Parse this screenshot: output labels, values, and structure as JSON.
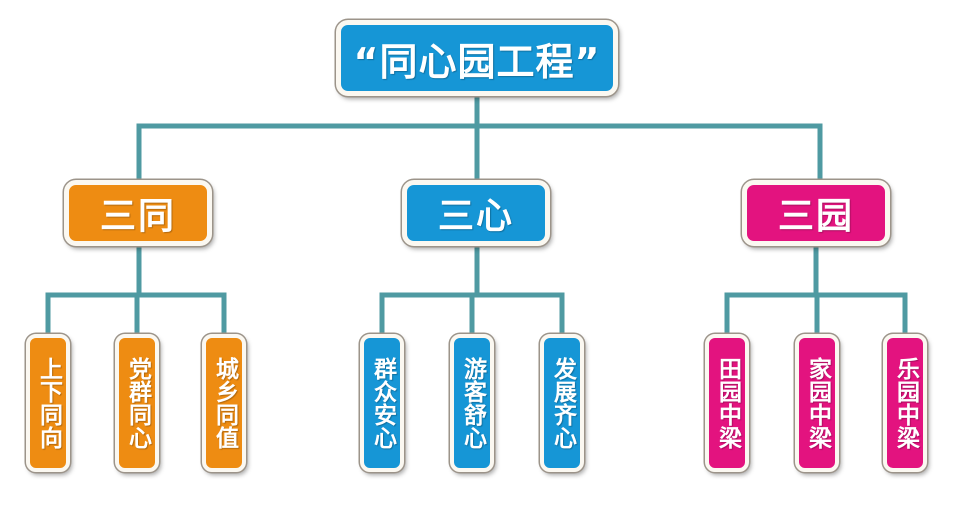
{
  "root": {
    "label": "“同心园工程”",
    "color": "#1696d6"
  },
  "connector_color": "#4f9aa2",
  "branches": [
    {
      "label": "三同",
      "color": "#ee8c12",
      "children": [
        "上下同向",
        "党群同心",
        "城乡同值"
      ]
    },
    {
      "label": "三心",
      "color": "#1696d6",
      "children": [
        "群众安心",
        "游客舒心",
        "发展齐心"
      ]
    },
    {
      "label": "三园",
      "color": "#e3137f",
      "children": [
        "田园中梁",
        "家园中梁",
        "乐园中梁"
      ]
    }
  ]
}
